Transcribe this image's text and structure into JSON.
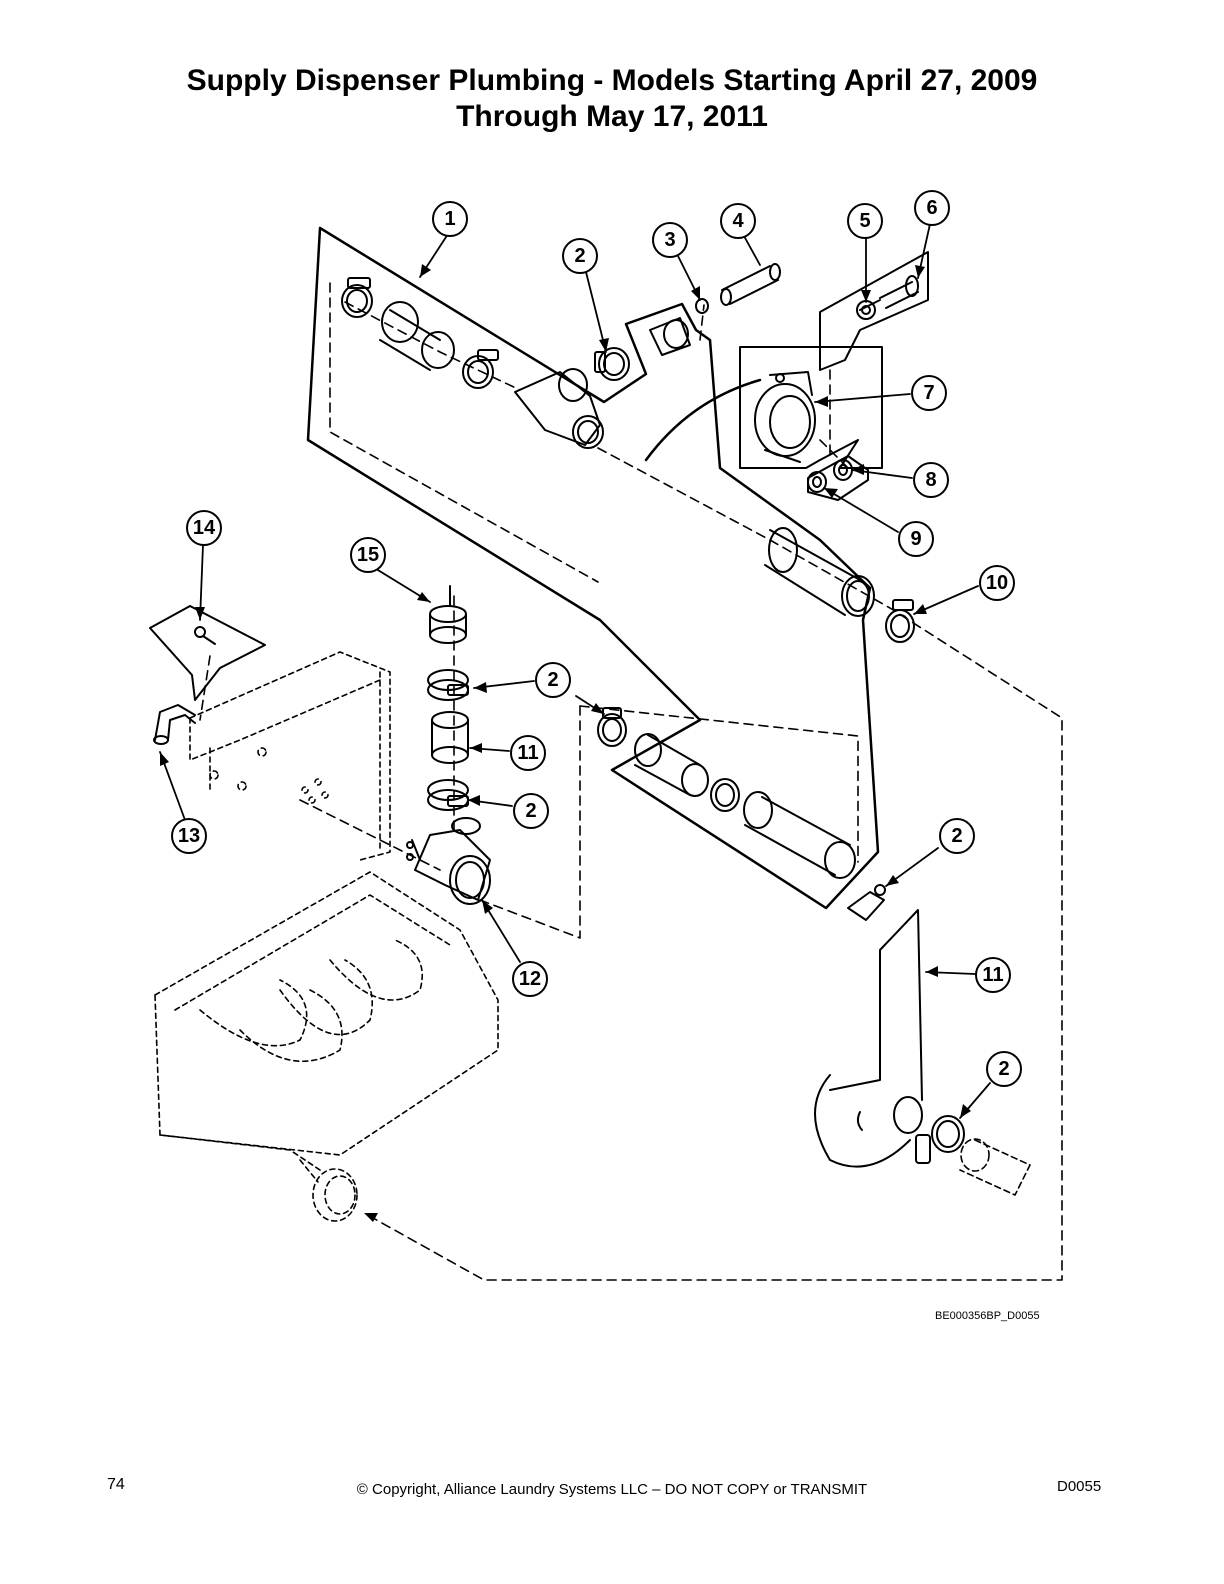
{
  "title": {
    "line1": "Supply Dispenser Plumbing - Models Starting April 27, 2009",
    "line2": "Through May 17, 2011"
  },
  "callouts": [
    {
      "id": "c1",
      "label": "1"
    },
    {
      "id": "c2a",
      "label": "2"
    },
    {
      "id": "c3",
      "label": "3"
    },
    {
      "id": "c4",
      "label": "4"
    },
    {
      "id": "c5",
      "label": "5"
    },
    {
      "id": "c6",
      "label": "6"
    },
    {
      "id": "c7",
      "label": "7"
    },
    {
      "id": "c8",
      "label": "8"
    },
    {
      "id": "c9",
      "label": "9"
    },
    {
      "id": "c10",
      "label": "10"
    },
    {
      "id": "c14",
      "label": "14"
    },
    {
      "id": "c15",
      "label": "15"
    },
    {
      "id": "c2b",
      "label": "2"
    },
    {
      "id": "c11a",
      "label": "11"
    },
    {
      "id": "c2c",
      "label": "2"
    },
    {
      "id": "c13",
      "label": "13"
    },
    {
      "id": "c12",
      "label": "12"
    },
    {
      "id": "c2d",
      "label": "2"
    },
    {
      "id": "c11b",
      "label": "11"
    },
    {
      "id": "c2e",
      "label": "2"
    }
  ],
  "drawing_code": "BE000356BP_D0055",
  "footer": {
    "page_number": "74",
    "copyright": "© Copyright, Alliance Laundry Systems LLC – DO NOT COPY or TRANSMIT",
    "doc_id": "D0055"
  }
}
